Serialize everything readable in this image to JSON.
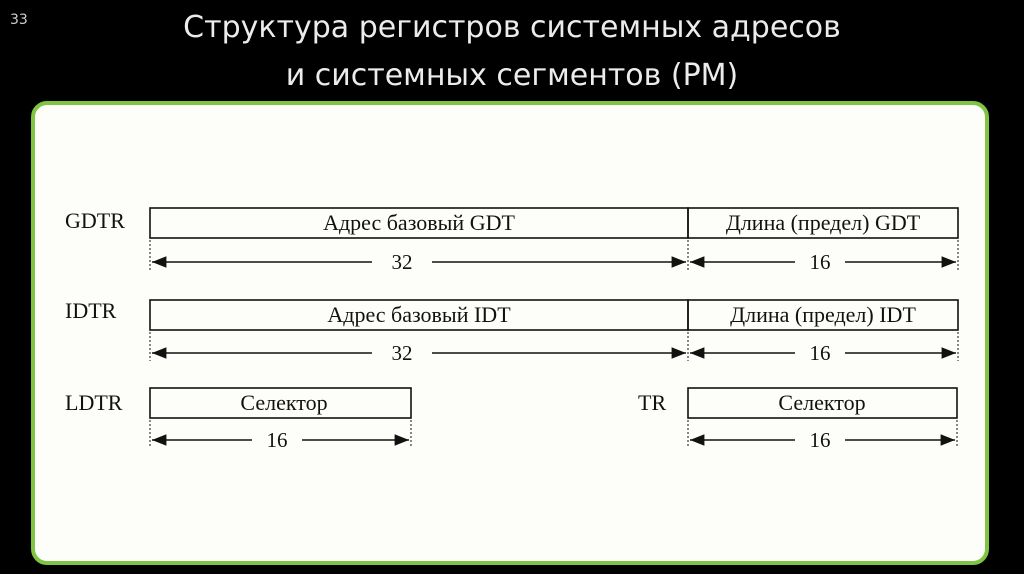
{
  "slide_number": "33",
  "title": {
    "line1": "Структура регистров системных адресов",
    "line2": "и системных сегментов (PM)"
  },
  "colors": {
    "panel_border": "#7fc443",
    "background": "#000000",
    "panel_fill": "#fdfdfa"
  },
  "registers": {
    "gdtr": {
      "name": "GDTR",
      "base_label": "Адрес базовый GDT",
      "limit_label": "Длина (предел) GDT",
      "base_bits": "32",
      "limit_bits": "16"
    },
    "idtr": {
      "name": "IDTR",
      "base_label": "Адрес базовый IDT",
      "limit_label": "Длина (предел) IDT",
      "base_bits": "32",
      "limit_bits": "16"
    },
    "ldtr": {
      "name": "LDTR",
      "field_label": "Селектор",
      "bits": "16"
    },
    "tr": {
      "name": "TR",
      "field_label": "Селектор",
      "bits": "16"
    }
  }
}
